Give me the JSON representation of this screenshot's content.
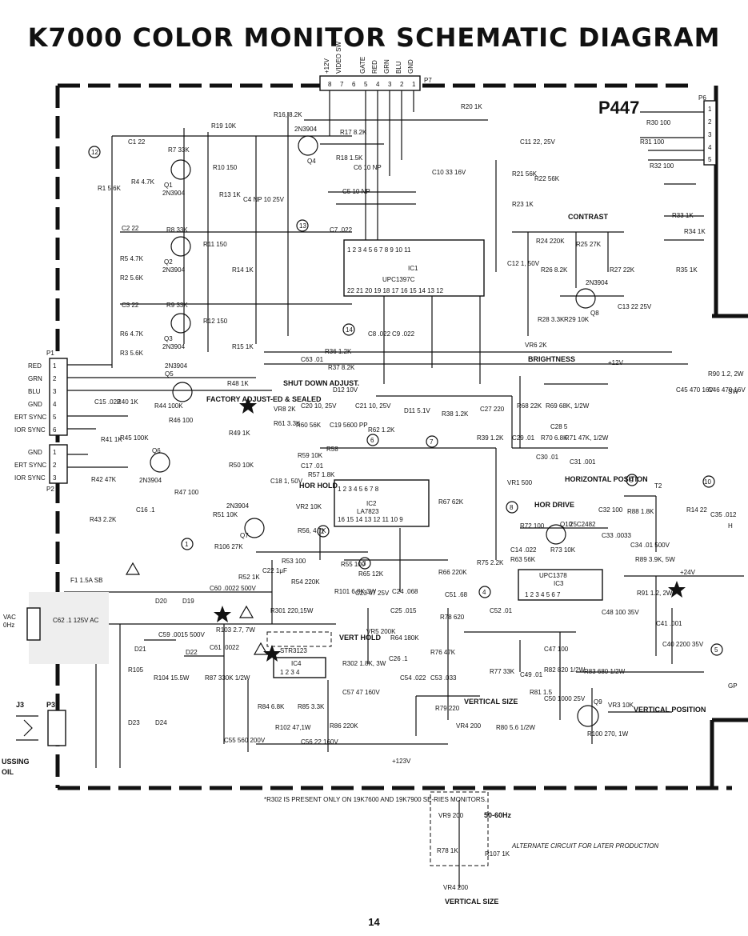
{
  "title": "K7000 COLOR MONITOR SCHEMATIC DIAGRAM",
  "page_number": "14",
  "board_label": "P447",
  "connectors": {
    "p7": {
      "name": "P7",
      "pins": [
        "8",
        "7",
        "6",
        "5",
        "4",
        "3",
        "2",
        "1"
      ],
      "signals": [
        "+12V",
        "VIDEO SW",
        "",
        "GATE",
        "RED",
        "GRN",
        "BLU",
        "GND"
      ]
    },
    "p1": {
      "name": "P1",
      "signals": [
        "RED",
        "GRN",
        "BLU",
        "GND",
        "ERT SYNC",
        "IOR SYNC"
      ]
    },
    "p2": {
      "name": "P2",
      "signals": [
        "GND",
        "ERT SYNC",
        "IOR SYNC"
      ]
    },
    "p6": {
      "name": "P6"
    },
    "p3": {
      "name": "P3"
    },
    "j3": {
      "name": "J3"
    }
  },
  "ics": {
    "ic1": {
      "name": "IC1",
      "part": "UPC1397C",
      "top_pins": "1 2 3 4 5 6 7 8 9 10 11",
      "bottom_pins": "22 21 20 19 18 17 16 15 14 13 12"
    },
    "ic2": {
      "name": "IC2",
      "part": "LA7823",
      "top_pins": "1 2 3 4 5 6 7 8",
      "bottom_pins": "16 15 14 13 12 11 10 9"
    },
    "ic3": {
      "name": "IC3",
      "part": "UPC1378",
      "pins": "1 2 3 4 5 6 7"
    },
    "ic4": {
      "name": "IC4",
      "part": "STR3123",
      "pins": "1 2 3 4"
    }
  },
  "transistors": [
    {
      "ref": "Q1",
      "type": "2N3904"
    },
    {
      "ref": "Q2",
      "type": "2N3904"
    },
    {
      "ref": "Q3",
      "type": "2N3904"
    },
    {
      "ref": "Q4",
      "type": "2N3904"
    },
    {
      "ref": "Q5",
      "type": "2N3904"
    },
    {
      "ref": "Q6",
      "type": "2N3904"
    },
    {
      "ref": "Q7",
      "type": "2N3904"
    },
    {
      "ref": "Q8",
      "type": "2N3904"
    },
    {
      "ref": "Q9",
      "type": ""
    },
    {
      "ref": "Q10",
      "type": "25C2482"
    }
  ],
  "controls": {
    "contrast": "CONTRAST",
    "brightness": "BRIGHTNESS",
    "shutdown": "SHUT DOWN ADJUST.",
    "factory": "FACTORY ADJUST-ED & SEALED",
    "hor_hold": "HOR HOLD",
    "horizontal_position": "HORIZONTAL POSITION",
    "hor_drive": "HOR DRIVE",
    "vert_hold": "VERT HOLD",
    "vertical_size": "VERTICAL SIZE",
    "vertical_position": "VERTICAL POSITION"
  },
  "power": {
    "fuse": "F1 1.5A SB",
    "ac_cap": "C62 .1 125V AC",
    "rails": [
      "+12V",
      "+24V",
      "+123V"
    ],
    "regulator": "STR3123"
  },
  "components": {
    "r16": "R16, 8.2K",
    "r19": "R19 10K",
    "r20": "R20 1K",
    "r17": "R17 8.2K",
    "r18": "R18 1.5K",
    "r10": "R10 150",
    "r13": "R13 1K",
    "c4": "C4 NP 10 25V",
    "c6": "C6 10 NP",
    "c5": "C5 10 NP",
    "c10": "C10 33 16V",
    "c11": "C11 22, 25V",
    "r21": "R21 56K",
    "r22": "R22 56K",
    "r23": "R23 1K",
    "r30": "R30 100",
    "r31": "R31 100",
    "r32": "R32 100",
    "r33": "R33 1K",
    "r34": "R34 1K",
    "r35": "R35 1K",
    "c1": "C1 22",
    "r4": "R4 4.7K",
    "r1": "R1 5.6K",
    "r7": "R7 33K",
    "c2": "C2 22",
    "r8": "R8 33K",
    "r5": "R5 4.7K",
    "r2": "R2 5.6K",
    "r11": "R11 150",
    "r14": "R14 1K",
    "c3": "C3 22",
    "r9": "R9 33K",
    "r6": "R6 4.7K",
    "r3": "R3 5.6K",
    "r12": "R12 150",
    "r15": "R15 1K",
    "c7": "C7 .022",
    "c8": "C8 .022",
    "c9": "C9 .022",
    "r24": "R24 220K",
    "r25": "R25 27K",
    "r26": "R26 8.2K",
    "r27": "R27 22K",
    "c12": "C12 1, 50V",
    "r28": "R28 3.3K",
    "r29": "R29 10K",
    "vr6": "VR6 2K",
    "c13": "C13 22 25V",
    "r36": "R36 1.2K",
    "r37": "R37 8.2K",
    "c63": "C63 .01",
    "r48": "R48 1K",
    "c45": "C45 470 16V",
    "c46": "C46 470 16V",
    "r90": "R90 1.2, 2W",
    "r40": "R40 1K",
    "c15": "C15 .022",
    "r44": "R44 100K",
    "r46": "R46 100",
    "vr8": "VR8 2K",
    "r61": "R61 3.3K",
    "c20": "C20 10, 25V",
    "c21": "C21 10, 25V",
    "d12": "D12 10V",
    "d11": "D11 5.1V",
    "r38": "R38 1.2K",
    "c27": "C27 220",
    "r39": "R39 1.2K",
    "r68": "R68 22K",
    "r69": "R69 68K, 1/2W",
    "c28": "C28 5",
    "r41": "R41 1K",
    "r45": "R45 100K",
    "r49": "R49 1K",
    "r50": "R50 10K",
    "r47": "R47 100",
    "r42": "R42 47K",
    "r43": "R43 2.2K",
    "c16": "C16 .1",
    "r60": "R60 56K",
    "c19": "C19 5600 PP",
    "r62": "R62 1.2K",
    "r58": "R58",
    "r59": "R59 10K",
    "c17": "C17 .01",
    "r57": "R57 1.8K",
    "c18": "C18 1, 50V",
    "r56": "R56, 4.7K",
    "vr2": "VR2 10K",
    "r67": "R67 62K",
    "c29": "C29 .01",
    "r70": "R70 6.8K",
    "r71": "R71 47K, 1/2W",
    "c30": "C30 .01",
    "c31": "C31 .001",
    "vr1": "VR1 500",
    "r72": "R72 100",
    "r73": "R73 10K",
    "c32": "C32 100",
    "c33": "C33 .0033",
    "r88": "R88 1.8K",
    "r14b": "R14 22",
    "c35": "C35 .012",
    "t2": "T2",
    "c14": "C14 .022",
    "r63": "R63 56K",
    "c34": "C34 .01 500V",
    "r89": "R89 3.9K, 5W",
    "r51": "R51 10K",
    "r106": "R106 27K",
    "r52": "R52 1K",
    "c22": "C22 1μF",
    "r53": "R53 100",
    "r54": "R54 220K",
    "r55": "R55 100",
    "r65": "R65 12K",
    "r101": "R101 6.8K 3W",
    "c23": "C23 47 25V",
    "c24": "C24 .068",
    "c25": "C25 .015",
    "r66": "R66 220K",
    "r75": "R75 2.2K",
    "c51": "C51 .68",
    "c52": "C52 .01",
    "vr5": "VR5 200K",
    "r64": "R64 180K",
    "r78": "R78 620",
    "r76": "R76 47K",
    "c26": "C26 .1",
    "c54": "C54 .022",
    "c53": "C53 .033",
    "r79": "R79 220",
    "vr4": "VR4 200",
    "r80": "R80 5.6 1/2W",
    "r77": "R77 33K",
    "c47": "C47 100",
    "c48": "C48 100 35V",
    "r81": "R81 1.5",
    "c49": "C49 .01",
    "r82": "R82 820 1/2W",
    "c50": "C50 1000 25V",
    "r83": "R83 680 1/2W",
    "r100": "R100 270, 1W",
    "vr3": "VR3 10K",
    "r91": "R91 1.2, 2W",
    "c41": "C41 .001",
    "c40": "C40 2200 35V",
    "d20": "D20",
    "d19": "D19",
    "d21": "D21",
    "d22": "D22",
    "c59": "C59 .0015 500V",
    "c60": "C60 .0022 500V",
    "r103": "R103 2.7, 7W",
    "c61": "C61 .0022",
    "r301": "R301 220,15W",
    "r302": "R302 1.8K, 3W",
    "r105": "R105",
    "r104": "R104 15.5W",
    "r87": "R87 330K 1/2W",
    "r84": "R84 6.8K",
    "r85": "R85 3.3K",
    "r86": "R86 220K",
    "r102": "R102 47,1W",
    "c56": "C56 22 160V",
    "c55": "C55 560 200V",
    "c57": "C57 47 160V",
    "d23": "D23",
    "d24": "D24"
  },
  "labels": {
    "sw": "SW",
    "gp": "GP",
    "h": "H",
    "vac": "VAC",
    "hz": "0Hz",
    "ussing": "USSING",
    "oil": "OIL",
    "vr_n": "VR"
  },
  "note": "*R302 IS PRESENT ONLY ON 19K7600 AND 19K7900 SE-RIES MONITORS.",
  "alternate": {
    "caption": "ALTERNATE CIRCUIT FOR LATER PRODUCTION",
    "vr9": "VR9 200",
    "freq": "50-60Hz",
    "r78": "R78 1K",
    "r107": "R107 1K",
    "vr4": "VR4 200",
    "vertical_size": "VERTICAL SIZE"
  },
  "markers": [
    "1",
    "2",
    "3",
    "4",
    "5",
    "6",
    "7",
    "8",
    "9",
    "10",
    "12",
    "13",
    "14"
  ]
}
